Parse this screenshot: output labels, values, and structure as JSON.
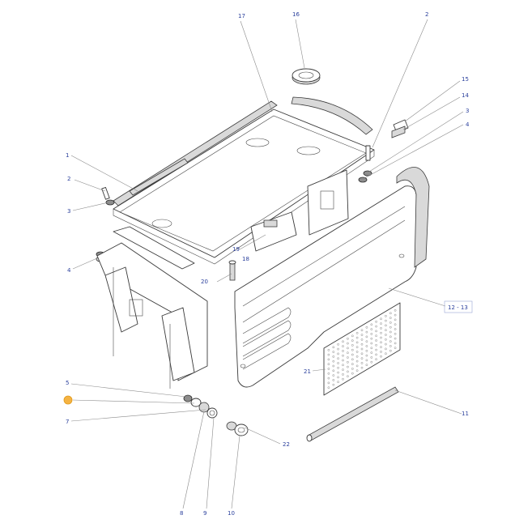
{
  "callouts": [
    {
      "id": "c17",
      "label": "17"
    },
    {
      "id": "c16",
      "label": "16"
    },
    {
      "id": "c2top",
      "label": "2"
    },
    {
      "id": "c15",
      "label": "15"
    },
    {
      "id": "c14",
      "label": "14"
    },
    {
      "id": "c3right",
      "label": "3"
    },
    {
      "id": "c4right",
      "label": "4"
    },
    {
      "id": "c1",
      "label": "1"
    },
    {
      "id": "c2left",
      "label": "2"
    },
    {
      "id": "c3left",
      "label": "3"
    },
    {
      "id": "c4left",
      "label": "4"
    },
    {
      "id": "c19",
      "label": "19"
    },
    {
      "id": "c18",
      "label": "18"
    },
    {
      "id": "c20",
      "label": "20"
    },
    {
      "id": "c1213",
      "label": "12 - 13"
    },
    {
      "id": "c21",
      "label": "21"
    },
    {
      "id": "c5",
      "label": "5"
    },
    {
      "id": "c7",
      "label": "7"
    },
    {
      "id": "c11",
      "label": "11"
    },
    {
      "id": "c22",
      "label": "22"
    },
    {
      "id": "c8",
      "label": "8"
    },
    {
      "id": "c9",
      "label": "9"
    },
    {
      "id": "c10",
      "label": "10"
    }
  ],
  "marker_color": "#f5b342",
  "callout_color": "#2a3f9c"
}
